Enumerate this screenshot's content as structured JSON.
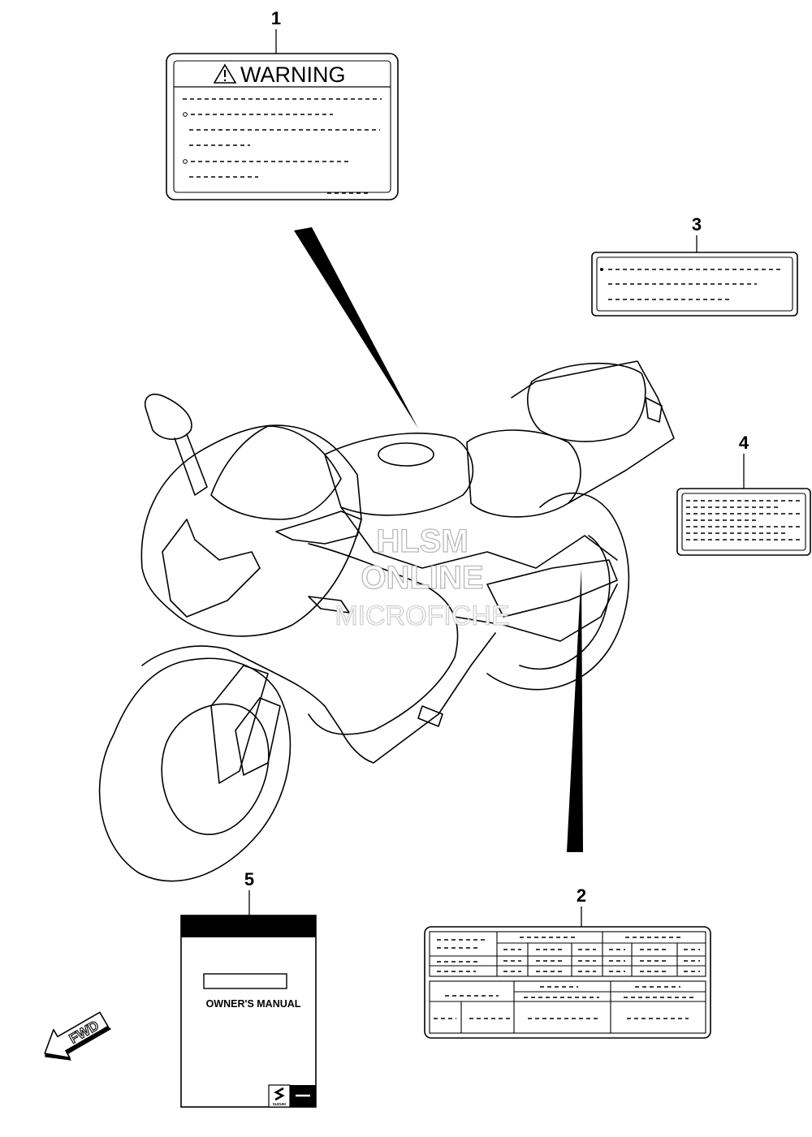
{
  "callouts": {
    "c1": "1",
    "c2": "2",
    "c3": "3",
    "c4": "4",
    "c5": "5"
  },
  "label_warning": {
    "title": "WARNING"
  },
  "manual": {
    "title": "OWNER'S MANUAL",
    "brand_mark": "SUZUKI"
  },
  "fwd_arrow": {
    "text": "FWD"
  },
  "watermark": {
    "line1": "HLSM",
    "line2": "ONLINE",
    "line3": "MICROFICHE"
  },
  "icons": {
    "warning": "warning-triangle-icon",
    "brand": "suzuki-s-logo-icon",
    "direction": "forward-arrow-icon"
  }
}
